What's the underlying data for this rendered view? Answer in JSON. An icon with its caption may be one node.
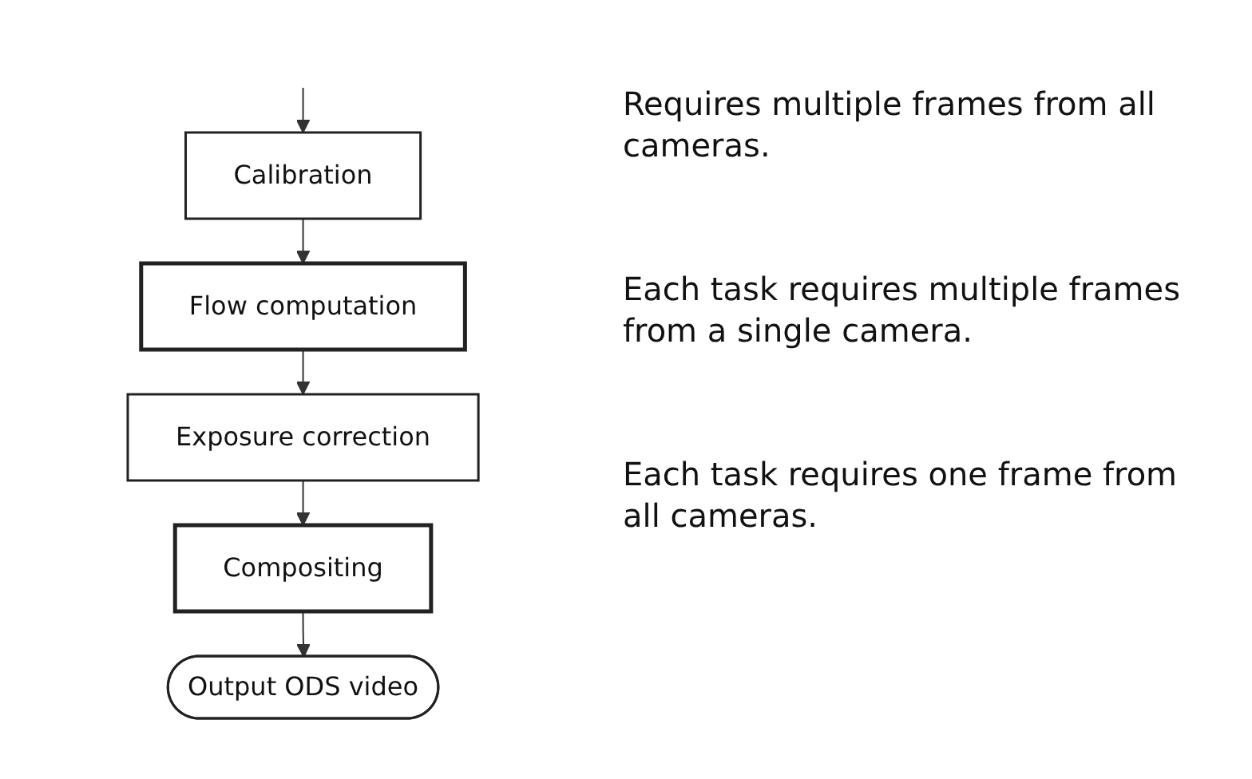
{
  "diagram": {
    "nodes": [
      {
        "text": [
          "Calibration"
        ]
      },
      {
        "text": [
          "Flow computation"
        ]
      },
      {
        "text": [
          "Exposure correction"
        ]
      },
      {
        "text": [
          "Compositing"
        ]
      },
      {
        "text": [
          "Output ODS video"
        ]
      }
    ],
    "edges": [
      {
        "from": null,
        "to": 0,
        "arrow": "to"
      },
      {
        "from": 0,
        "to": 1,
        "arrow": "to"
      },
      {
        "from": 1,
        "to": 2,
        "arrow": "to"
      },
      {
        "from": 2,
        "to": 3,
        "arrow": "to"
      },
      {
        "from": 3,
        "to": 4,
        "arrow": "to"
      }
    ],
    "labels": [
      "Requires multiple frames from all cameras.",
      "Each task requires multiple frames from a single camera.",
      "Each task requires one frame from all cameras."
    ]
  }
}
